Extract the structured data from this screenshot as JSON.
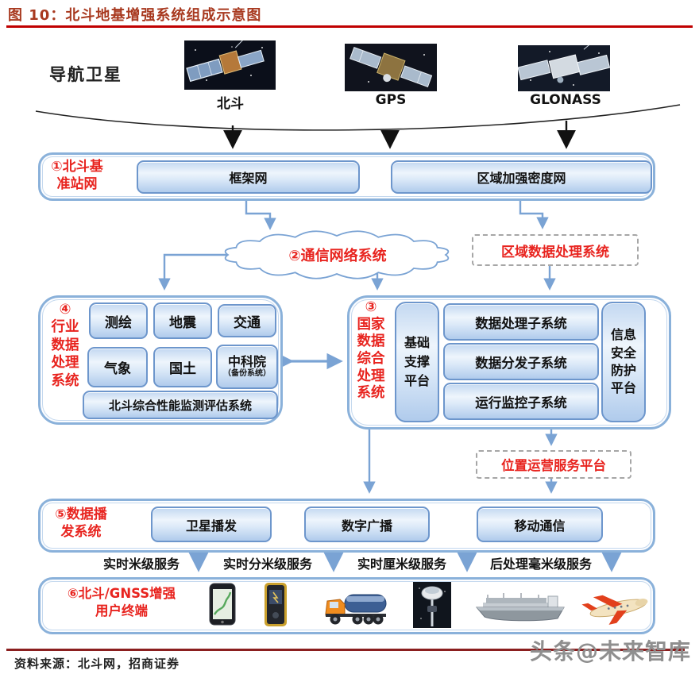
{
  "header": {
    "title": "图 10：北斗地基增强系统组成示意图"
  },
  "satellites": {
    "section_label": "导航卫星",
    "items": [
      {
        "name": "北斗"
      },
      {
        "name": "GPS"
      },
      {
        "name": "GLONASS"
      }
    ]
  },
  "base_station_network": {
    "label": "①北斗基\n准站网",
    "frame_net": "框架网",
    "regional_densify_net": "区域加强密度网"
  },
  "comm_network": {
    "label": "②通信网络系统"
  },
  "regional_processing": {
    "label": "区域数据处理系统"
  },
  "industry_processing": {
    "label": "④\n行业\n数据\n处理\n系统",
    "cells": [
      "测绘",
      "地震",
      "交通",
      "气象",
      "国土"
    ],
    "cas_line1": "中科院",
    "cas_line2": "（备份系统）",
    "monitor_cell": "北斗综合性能监测评估系统"
  },
  "national_processing": {
    "label": "③\n国家\n数据\n综合\n处理\n系统",
    "support_platform": "基础\n支撑\n平台",
    "subsystems": [
      "数据处理子系统",
      "数据分发子系统",
      "运行监控子系统"
    ],
    "security_platform": "信息\n安全\n防护\n平台"
  },
  "location_service": {
    "label": "位置运营服务平台"
  },
  "broadcast_system": {
    "label": "⑤数据播\n发系统",
    "channels": [
      "卫星播发",
      "数字广播",
      "移动通信"
    ]
  },
  "services": [
    "实时米级服务",
    "实时分米级服务",
    "实时厘米级服务",
    "后处理毫米级服务"
  ],
  "user_terminals": {
    "label": "⑥北斗/GNSS增强\n用户终端",
    "icons": [
      "smartphone-icon",
      "handheld-terminal-icon",
      "truck-icon",
      "surveying-receiver-icon",
      "ship-icon",
      "airplane-icon"
    ]
  },
  "footer": {
    "source": "资料来源：北斗网，招商证券",
    "watermark": "头条@未来智库"
  },
  "colors": {
    "title_text": "#a8391f",
    "title_rule": "#c00000",
    "red_text": "#e8241f",
    "container_border": "#8ab1da",
    "inner_border": "#6d96cc",
    "connector_blue": "#7aa3d4",
    "footer_rule": "#8b1f1f",
    "watermark": "#8f8f8f"
  }
}
